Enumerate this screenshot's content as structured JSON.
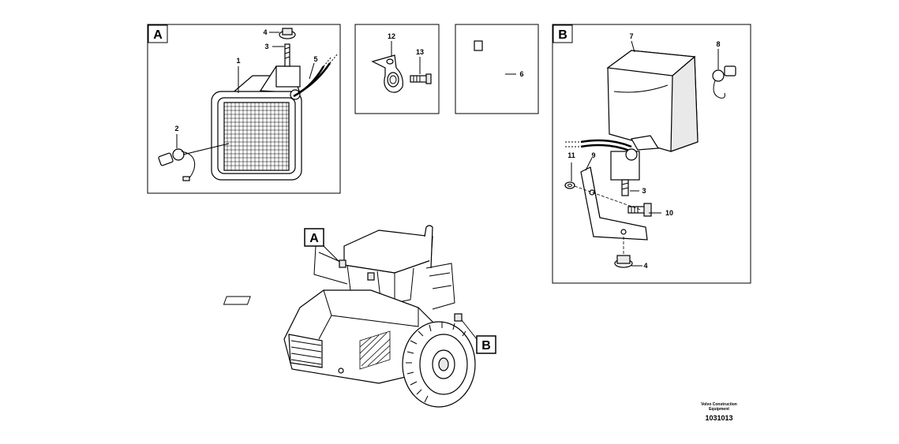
{
  "panels": {
    "a": {
      "tag": "A"
    },
    "b": {
      "tag": "B"
    }
  },
  "callouts": {
    "c1": "1",
    "c2": "2",
    "c3": "3",
    "c4": "4",
    "c5": "5",
    "c6": "6",
    "c7": "7",
    "c8": "8",
    "c9": "9",
    "c10": "10",
    "c11": "11",
    "c12": "12",
    "c13": "13",
    "b3": "3",
    "b4": "4"
  },
  "machine": {
    "tag_a": "A",
    "tag_b": "B"
  },
  "footer": {
    "brand_line1": "Volvo Construction",
    "brand_line2": "Equipment",
    "drawing_number": "1031013"
  }
}
